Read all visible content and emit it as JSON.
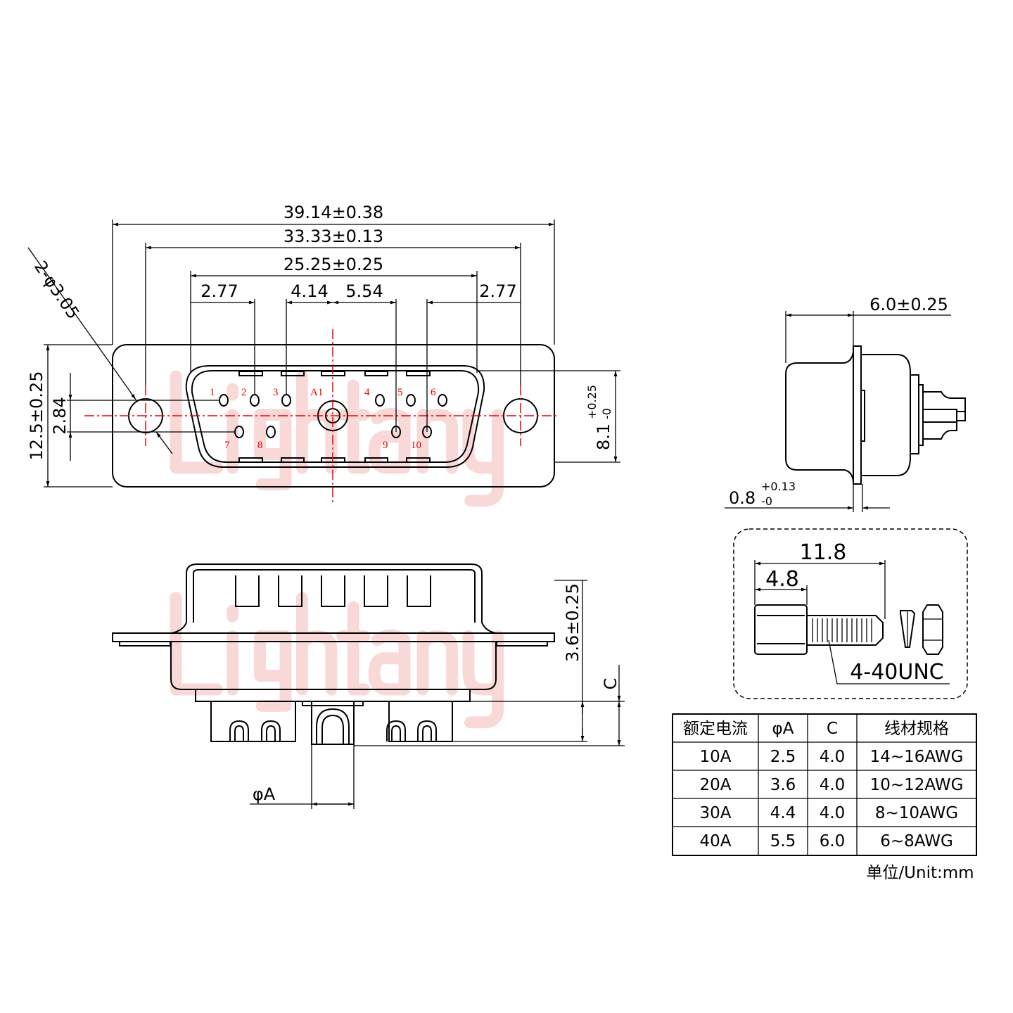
{
  "watermark": "Lightany",
  "front_view": {
    "dims": {
      "overall": "39.14±0.38",
      "mount_pitch": "33.33±0.13",
      "shell_width": "25.25±0.25",
      "pitch_left": "2.77",
      "pitch_a": "4.14",
      "pitch_b": "5.54",
      "pitch_right": "2.77",
      "holes": "2-φ3.05",
      "height": "12.5±0.25",
      "row_pitch": "2.84",
      "shell_height_base": "8.1",
      "shell_height_tol": "+0.25",
      "shell_height_tol_low": "-0"
    },
    "pins": [
      "1",
      "2",
      "3",
      "A1",
      "4",
      "5",
      "6",
      "7",
      "8",
      "9",
      "10"
    ]
  },
  "side_view": {
    "depth": "6.0±0.25",
    "flange_base": "0.8",
    "flange_tol_up": "+0.13",
    "flange_tol_low": "-0"
  },
  "screw_detail": {
    "length": "11.8",
    "hex_length": "4.8",
    "thread": "4-40UNC"
  },
  "bottom_view": {
    "pin_length": "3.6±0.25",
    "c_label": "C",
    "dia_label": "φA"
  },
  "table": {
    "headers": [
      "额定电流",
      "φA",
      "C",
      "线材规格"
    ],
    "rows": [
      [
        "10A",
        "2.5",
        "4.0",
        "14~16AWG"
      ],
      [
        "20A",
        "3.6",
        "4.0",
        "10~12AWG"
      ],
      [
        "30A",
        "4.4",
        "4.0",
        "8~10AWG"
      ],
      [
        "40A",
        "5.5",
        "6.0",
        "6~8AWG"
      ]
    ],
    "unit": "单位/Unit:mm"
  }
}
